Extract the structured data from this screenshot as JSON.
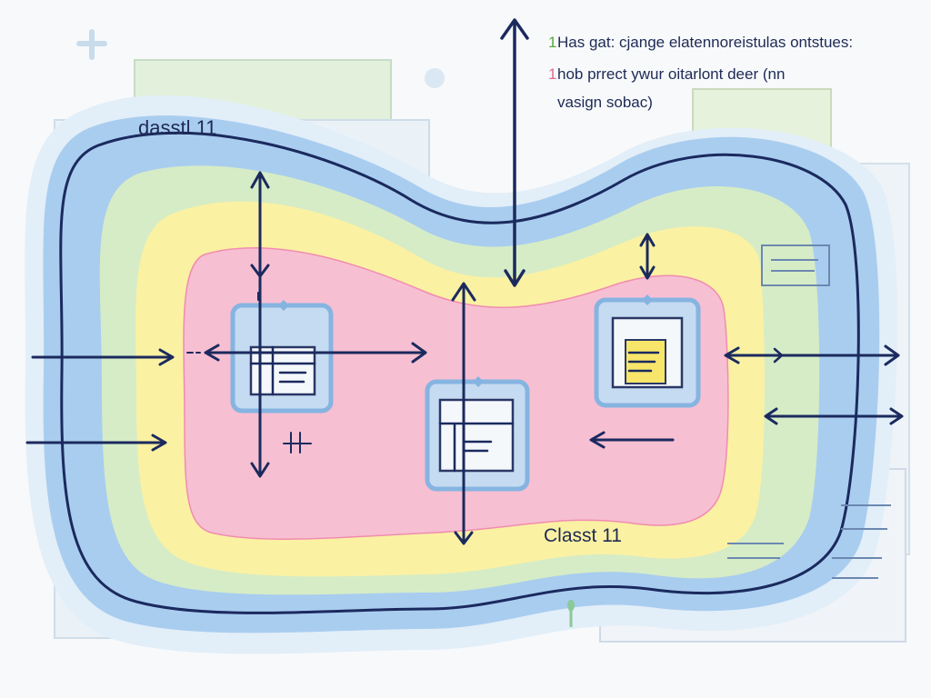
{
  "note": {
    "markers": [
      "1",
      "1"
    ],
    "lines": [
      "Has gat: cjange elatennoreistulas ontstues:",
      "hob prrect ywur oitarlont deer (nn",
      "vasign sobac)"
    ]
  },
  "labels": {
    "outer_region": "dasstl  11",
    "inner_region": "Classt  11"
  },
  "colors": {
    "outer_band": "#a9cdef",
    "yellow_band": "#fbf1a3",
    "green_band": "#d6ecc6",
    "pink_core": "#f7bfd2",
    "ink": "#1b2a5e",
    "note_marker_green": "#5aa83c",
    "note_marker_pink": "#e16a8c"
  }
}
